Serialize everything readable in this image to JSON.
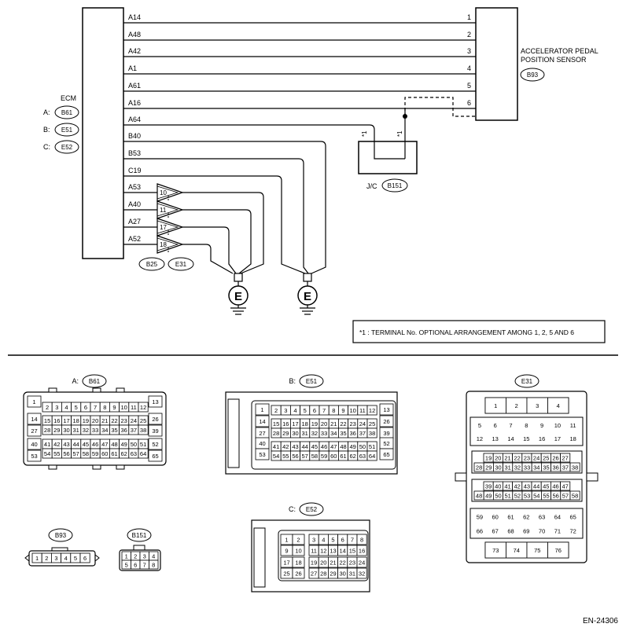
{
  "ecm": {
    "title": "ECM",
    "connectors": [
      {
        "key": "A:",
        "id": "B61"
      },
      {
        "key": "B:",
        "id": "E51"
      },
      {
        "key": "C:",
        "id": "E52"
      }
    ]
  },
  "sensor": {
    "name_line1": "ACCELERATOR PEDAL",
    "name_line2": "POSITION SENSOR",
    "connector": "B93"
  },
  "signal_wires": [
    {
      "ecm_pin": "A14",
      "sensor_pin": "1"
    },
    {
      "ecm_pin": "A48",
      "sensor_pin": "2"
    },
    {
      "ecm_pin": "A42",
      "sensor_pin": "3"
    },
    {
      "ecm_pin": "A1",
      "sensor_pin": "4"
    },
    {
      "ecm_pin": "A61",
      "sensor_pin": "5"
    },
    {
      "ecm_pin": "A16",
      "sensor_pin": "6"
    }
  ],
  "ground_wires": [
    "A64",
    "B40",
    "B53",
    "C19"
  ],
  "jc": {
    "label": "J/C",
    "connector": "B151",
    "mark": "*1"
  },
  "diodes": [
    {
      "ecm_pin": "A53",
      "num": "10"
    },
    {
      "ecm_pin": "A40",
      "num": "11"
    },
    {
      "ecm_pin": "A27",
      "num": "17"
    },
    {
      "ecm_pin": "A52",
      "num": "18"
    }
  ],
  "diode_connectors": [
    "B25",
    "E31"
  ],
  "ground_symbol": "E",
  "note": "*1 : TERMINAL No. OPTIONAL ARRANGEMENT AMONG 1, 2, 5 AND 6",
  "connector_views": {
    "b61": {
      "key": "A:",
      "id": "B61",
      "side_left": [
        "1",
        "14",
        "27",
        "40",
        "53"
      ],
      "side_right": [
        "13",
        "26",
        "39",
        "52",
        "65"
      ],
      "rows": [
        [
          "2",
          "3",
          "4",
          "5",
          "6",
          "7",
          "8",
          "9",
          "10",
          "11",
          "12"
        ],
        [
          "15",
          "16",
          "17",
          "18",
          "19",
          "20",
          "21",
          "22",
          "23",
          "24",
          "25"
        ],
        [
          "28",
          "29",
          "30",
          "31",
          "32",
          "33",
          "34",
          "35",
          "36",
          "37",
          "38"
        ],
        [
          "41",
          "42",
          "43",
          "44",
          "45",
          "46",
          "47",
          "48",
          "49",
          "50",
          "51"
        ],
        [
          "54",
          "55",
          "56",
          "57",
          "58",
          "59",
          "60",
          "61",
          "62",
          "63",
          "64"
        ]
      ]
    },
    "e51": {
      "key": "B:",
      "id": "E51",
      "side_left": [
        "1",
        "14",
        "27",
        "40",
        "53"
      ],
      "side_right": [
        "13",
        "26",
        "39",
        "52",
        "65"
      ],
      "rows": [
        [
          "2",
          "3",
          "4",
          "5",
          "6",
          "7",
          "8",
          "9",
          "10",
          "11",
          "12"
        ],
        [
          "15",
          "16",
          "17",
          "18",
          "19",
          "20",
          "21",
          "22",
          "23",
          "24",
          "25"
        ],
        [
          "28",
          "29",
          "30",
          "31",
          "32",
          "33",
          "34",
          "35",
          "36",
          "37",
          "38"
        ],
        [
          "41",
          "42",
          "43",
          "44",
          "45",
          "46",
          "47",
          "48",
          "49",
          "50",
          "51"
        ],
        [
          "54",
          "55",
          "56",
          "57",
          "58",
          "59",
          "60",
          "61",
          "62",
          "63",
          "64"
        ]
      ]
    },
    "e52": {
      "key": "C:",
      "id": "E52",
      "rows": [
        [
          "1",
          "2",
          "3",
          "4",
          "5",
          "6",
          "7",
          "8"
        ],
        [
          "9",
          "10",
          "11",
          "12",
          "13",
          "14",
          "15",
          "16"
        ],
        [
          "17",
          "18",
          "19",
          "20",
          "21",
          "22",
          "23",
          "24"
        ],
        [
          "25",
          "26",
          "27",
          "28",
          "29",
          "30",
          "31",
          "32"
        ]
      ]
    },
    "e31": {
      "id": "E31",
      "top": [
        "1",
        "2",
        "3",
        "4"
      ],
      "row_a": [
        "5",
        "6",
        "7",
        "8",
        "9",
        "10",
        "11"
      ],
      "row_b": [
        "12",
        "13",
        "14",
        "15",
        "16",
        "17",
        "18"
      ],
      "mid1": [
        "19",
        "20",
        "21",
        "22",
        "23",
        "24",
        "25",
        "26",
        "27"
      ],
      "mid2": [
        "28",
        "29",
        "30",
        "31",
        "32",
        "33",
        "34",
        "35",
        "36",
        "37",
        "38"
      ],
      "mid3": [
        "39",
        "40",
        "41",
        "42",
        "43",
        "44",
        "45",
        "46",
        "47"
      ],
      "mid4": [
        "48",
        "49",
        "50",
        "51",
        "52",
        "53",
        "54",
        "55",
        "56",
        "57",
        "58"
      ],
      "row_c": [
        "59",
        "60",
        "61",
        "62",
        "63",
        "64",
        "65"
      ],
      "row_d": [
        "66",
        "67",
        "68",
        "69",
        "70",
        "71",
        "72"
      ],
      "bottom": [
        "73",
        "74",
        "75",
        "76"
      ]
    },
    "b93": {
      "id": "B93",
      "pins": [
        "1",
        "2",
        "3",
        "4",
        "5",
        "6"
      ]
    },
    "b151": {
      "id": "B151",
      "row1": [
        "1",
        "2",
        "3",
        "4"
      ],
      "row2": [
        "5",
        "6",
        "7",
        "8"
      ]
    }
  },
  "figure_id": "EN-24306"
}
